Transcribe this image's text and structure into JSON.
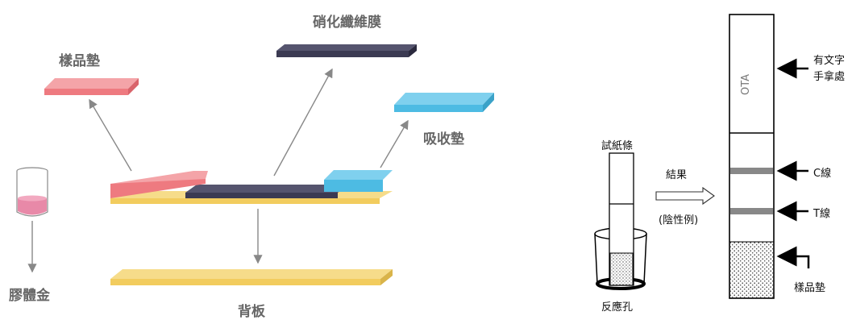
{
  "left_diagram": {
    "labels": {
      "sample_pad": "樣品墊",
      "nitrocellulose_membrane": "硝化纖維膜",
      "absorbent_pad": "吸收墊",
      "colloidal_gold": "膠體金",
      "backing_card": "背板"
    }
  },
  "right_diagram": {
    "labels": {
      "test_strip": "試紙條",
      "reaction_well": "反應孔",
      "result": "結果",
      "negative_example": "(陰性例)",
      "handle_line1": "有文字",
      "handle_line2": "手拿處",
      "strip_text": "OTA",
      "c_line": "C線",
      "t_line": "T線",
      "sample_pad": "樣品墊"
    }
  },
  "colors": {
    "sample_pad": "#ee7a80",
    "membrane": "#3b3a52",
    "absorbent": "#4dbbe3",
    "backing": "#f2cc5e",
    "colloidal_gold": "#e889a8",
    "line_gray": "#888888"
  }
}
